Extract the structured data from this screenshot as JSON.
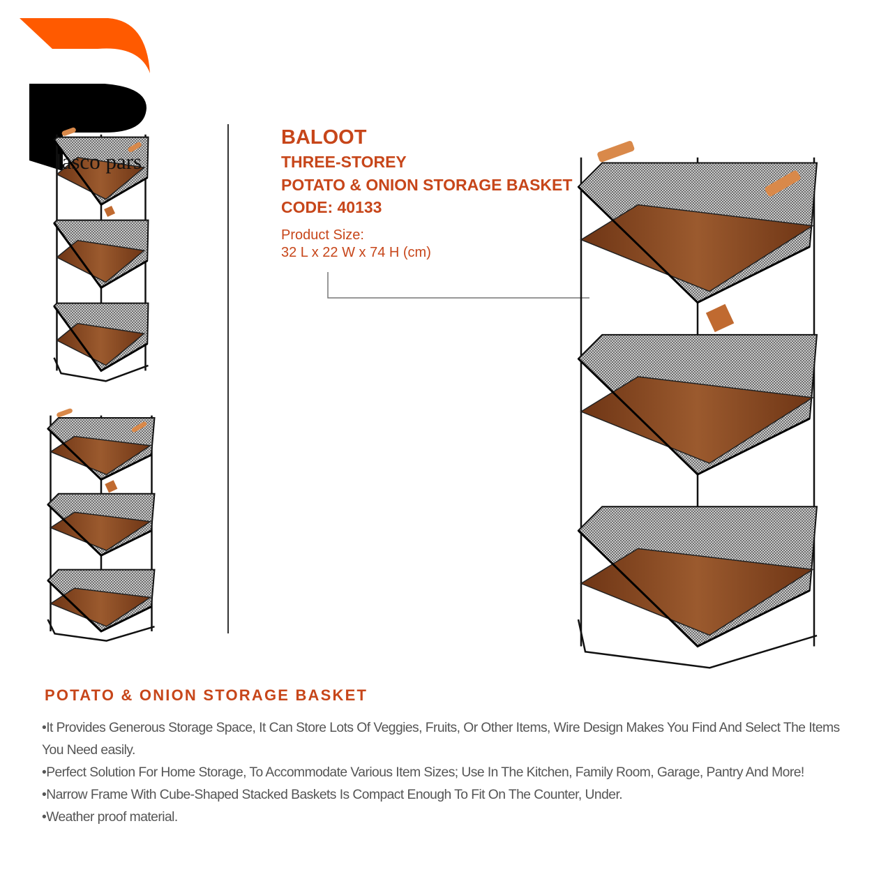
{
  "logo": {
    "text": "lasco pars",
    "colors": {
      "orange": "#ff5a00",
      "black": "#000000"
    }
  },
  "product": {
    "brand": "BALOOT",
    "line1": "THREE-STOREY",
    "line2": "POTATO & ONION STORAGE BASKET",
    "code": "CODE: 40133",
    "size_label": "Product Size:",
    "size_value": "32 L x 22 W x 74 H (cm)"
  },
  "description": {
    "heading": "POTATO & ONION STORAGE BASKET",
    "bullets": [
      "•It Provides Generous Storage Space, It Can Store Lots Of Veggies, Fruits, Or Other Items, Wire Design Makes You Find And Select The Items You Need easily.",
      "•Perfect Solution For Home Storage, To Accommodate Various Item Sizes; Use In The Kitchen, Family Room, Garage, Pantry And More!",
      "•Narrow Frame With Cube-Shaped Stacked Baskets Is Compact Enough To Fit On The Counter, Under.",
      "•Weather proof material."
    ]
  },
  "colors": {
    "accent": "#c7461a",
    "text": "#555555",
    "wood": "#8a4a22"
  }
}
